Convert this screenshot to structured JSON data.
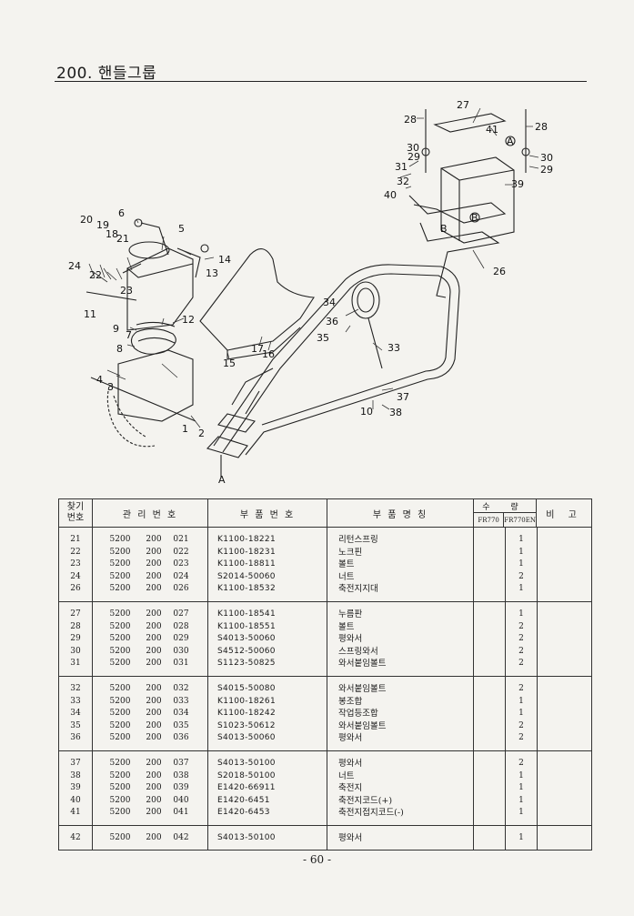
{
  "page": {
    "title": "200. 핸들그룹",
    "page_number": "- 60 -"
  },
  "diagram": {
    "callouts": [
      "1",
      "2",
      "3",
      "4",
      "5",
      "6",
      "7",
      "8",
      "9",
      "10",
      "11",
      "12",
      "13",
      "14",
      "15",
      "16",
      "17",
      "18",
      "19",
      "20",
      "21",
      "22",
      "23",
      "24",
      "26",
      "27",
      "28",
      "28",
      "29",
      "29",
      "30",
      "30",
      "31",
      "32",
      "33",
      "34",
      "35",
      "36",
      "37",
      "38",
      "39",
      "40",
      "41",
      "A",
      "A",
      "B",
      "B"
    ]
  },
  "table": {
    "headers": {
      "ref_no": "찾기\n번호",
      "mgmt_no": "관 리 번 호",
      "part_no": "부 품 번 호",
      "part_name": "부 품 명 칭",
      "qty": "수 량",
      "qty_col1": "FR770",
      "qty_col2": "FR770EN",
      "remarks": "비 고"
    },
    "groups": [
      {
        "rows": [
          {
            "ref": "21",
            "m1": "5200",
            "m2": "200",
            "m3": "021",
            "part": "K1100-18221",
            "name": "리턴스프링",
            "q1": "",
            "q2": "1",
            "rem": ""
          },
          {
            "ref": "22",
            "m1": "5200",
            "m2": "200",
            "m3": "022",
            "part": "K1100-18231",
            "name": "노크핀",
            "q1": "",
            "q2": "1",
            "rem": ""
          },
          {
            "ref": "23",
            "m1": "5200",
            "m2": "200",
            "m3": "023",
            "part": "K1100-18811",
            "name": "볼트",
            "q1": "",
            "q2": "1",
            "rem": ""
          },
          {
            "ref": "24",
            "m1": "5200",
            "m2": "200",
            "m3": "024",
            "part": "S2014-50060",
            "name": "너트",
            "q1": "",
            "q2": "2",
            "rem": ""
          },
          {
            "ref": "26",
            "m1": "5200",
            "m2": "200",
            "m3": "026",
            "part": "K1100-18532",
            "name": "축전지지대",
            "q1": "",
            "q2": "1",
            "rem": ""
          }
        ]
      },
      {
        "rows": [
          {
            "ref": "27",
            "m1": "5200",
            "m2": "200",
            "m3": "027",
            "part": "K1100-18541",
            "name": "누름판",
            "q1": "",
            "q2": "1",
            "rem": ""
          },
          {
            "ref": "28",
            "m1": "5200",
            "m2": "200",
            "m3": "028",
            "part": "K1100-18551",
            "name": "볼트",
            "q1": "",
            "q2": "2",
            "rem": ""
          },
          {
            "ref": "29",
            "m1": "5200",
            "m2": "200",
            "m3": "029",
            "part": "S4013-50060",
            "name": "평와서",
            "q1": "",
            "q2": "2",
            "rem": ""
          },
          {
            "ref": "30",
            "m1": "5200",
            "m2": "200",
            "m3": "030",
            "part": "S4512-50060",
            "name": "스프링와서",
            "q1": "",
            "q2": "2",
            "rem": ""
          },
          {
            "ref": "31",
            "m1": "5200",
            "m2": "200",
            "m3": "031",
            "part": "S1123-50825",
            "name": "와서붙임볼트",
            "q1": "",
            "q2": "2",
            "rem": ""
          }
        ]
      },
      {
        "rows": [
          {
            "ref": "32",
            "m1": "5200",
            "m2": "200",
            "m3": "032",
            "part": "S4015-50080",
            "name": "와서붙임볼트",
            "q1": "",
            "q2": "2",
            "rem": ""
          },
          {
            "ref": "33",
            "m1": "5200",
            "m2": "200",
            "m3": "033",
            "part": "K1100-18261",
            "name": "봉조합",
            "q1": "",
            "q2": "1",
            "rem": ""
          },
          {
            "ref": "34",
            "m1": "5200",
            "m2": "200",
            "m3": "034",
            "part": "K1100-18242",
            "name": "작업등조합",
            "q1": "",
            "q2": "1",
            "rem": ""
          },
          {
            "ref": "35",
            "m1": "5200",
            "m2": "200",
            "m3": "035",
            "part": "S1023-50612",
            "name": "와서붙임볼트",
            "q1": "",
            "q2": "2",
            "rem": ""
          },
          {
            "ref": "36",
            "m1": "5200",
            "m2": "200",
            "m3": "036",
            "part": "S4013-50060",
            "name": "평와서",
            "q1": "",
            "q2": "2",
            "rem": ""
          }
        ]
      },
      {
        "rows": [
          {
            "ref": "37",
            "m1": "5200",
            "m2": "200",
            "m3": "037",
            "part": "S4013-50100",
            "name": "평와서",
            "q1": "",
            "q2": "2",
            "rem": ""
          },
          {
            "ref": "38",
            "m1": "5200",
            "m2": "200",
            "m3": "038",
            "part": "S2018-50100",
            "name": "너트",
            "q1": "",
            "q2": "1",
            "rem": ""
          },
          {
            "ref": "39",
            "m1": "5200",
            "m2": "200",
            "m3": "039",
            "part": "E1420-66911",
            "name": "축전지",
            "q1": "",
            "q2": "1",
            "rem": ""
          },
          {
            "ref": "40",
            "m1": "5200",
            "m2": "200",
            "m3": "040",
            "part": "E1420-6451",
            "name": "축전지코드(+)",
            "q1": "",
            "q2": "1",
            "rem": ""
          },
          {
            "ref": "41",
            "m1": "5200",
            "m2": "200",
            "m3": "041",
            "part": "E1420-6453",
            "name": "축전지접지코드(-)",
            "q1": "",
            "q2": "1",
            "rem": ""
          }
        ]
      },
      {
        "rows": [
          {
            "ref": "42",
            "m1": "5200",
            "m2": "200",
            "m3": "042",
            "part": "S4013-50100",
            "name": "평와서",
            "q1": "",
            "q2": "1",
            "rem": ""
          }
        ]
      }
    ]
  }
}
